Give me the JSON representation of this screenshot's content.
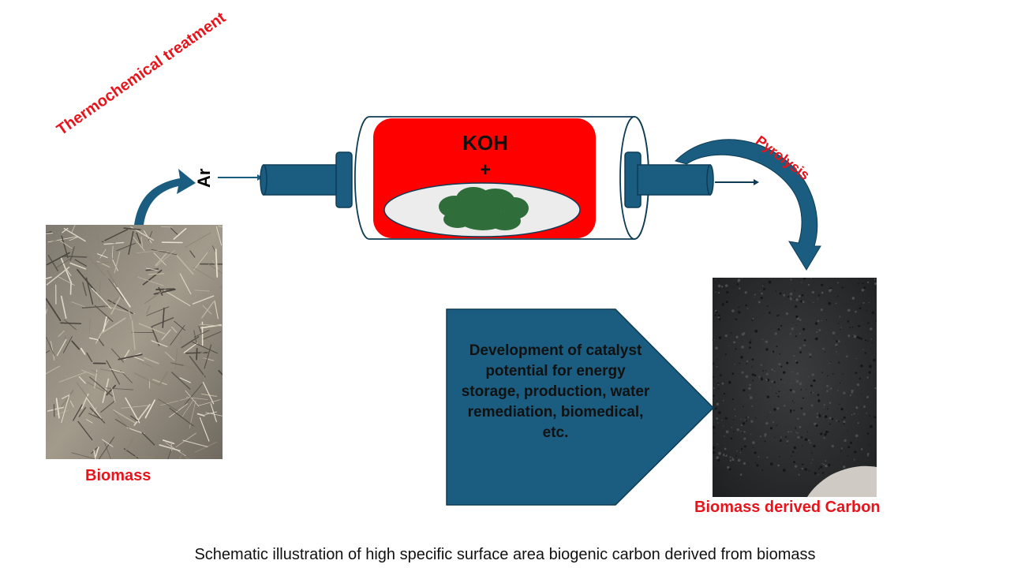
{
  "labels": {
    "thermochemical": "Thermochemical treatment",
    "ar": "Ar",
    "koh": "KOH",
    "plus": "+",
    "pyrolysis": "Pyrolysis",
    "biomass": "Biomass",
    "biomass_carbon": "Biomass derived Carbon",
    "development": "Development of catalyst potential for energy storage, production, water remediation, biomedical, etc."
  },
  "caption": "Schematic illustration of high specific surface area biogenic carbon derived from biomass",
  "colors": {
    "accent_red": "#e8141b",
    "tube_blue": "#1a5d80",
    "arrow_blue": "#1a5d80",
    "sample_green": "#2f6e3a"
  }
}
